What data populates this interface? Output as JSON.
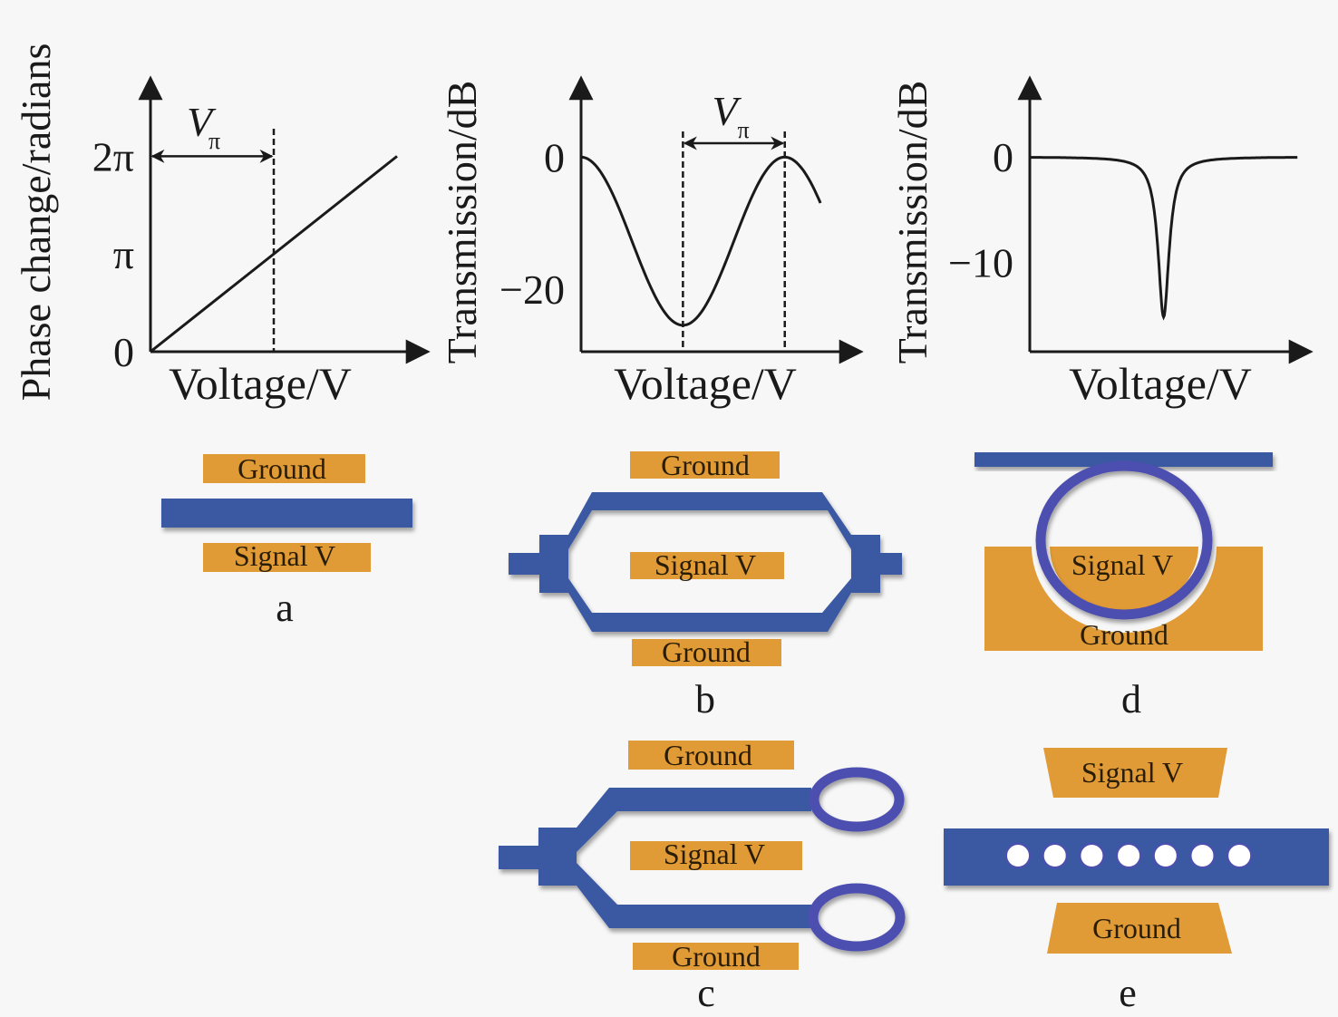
{
  "colors": {
    "electrode": "#e09a36",
    "waveguide": "#3b58a3",
    "ring": "#4d4fb0",
    "axis": "#1a1a1a",
    "background": "#f7f7f7"
  },
  "chart_data": [
    {
      "type": "line",
      "id": "phase-plot",
      "title": "",
      "xlabel": "Voltage/V",
      "ylabel": "Phase change/radians",
      "yticks": [
        "0",
        "π",
        "2π"
      ],
      "ytick_values": [
        0,
        3.1416,
        6.2832
      ],
      "ylim": [
        0,
        8.8
      ],
      "xlim": [
        0,
        2.25
      ],
      "series": [
        {
          "name": "phase",
          "x": [
            0,
            2
          ],
          "y": [
            0,
            6.2832
          ]
        }
      ],
      "annotations": [
        {
          "type": "vline",
          "x": 1,
          "label": "V",
          "sub": "π"
        }
      ],
      "vpi_label": "V",
      "vpi_sub": "π"
    },
    {
      "type": "line",
      "id": "mzi-transmission",
      "title": "",
      "xlabel": "Voltage/V",
      "ylabel": "Transmission/dB",
      "yticks": [
        "0",
        "−20"
      ],
      "ytick_values": [
        0,
        -20
      ],
      "ylim": [
        -29.5,
        12
      ],
      "xlim": [
        0,
        2.75
      ],
      "series": [
        {
          "name": "transmission",
          "shape": "cosine",
          "min": -25.5,
          "max": 0,
          "period": 2,
          "x_start": 0,
          "x_end": 2.35
        }
      ],
      "annotations": [
        {
          "type": "vline",
          "x": 1
        },
        {
          "type": "vline",
          "x": 2
        },
        {
          "type": "span",
          "from": 1,
          "to": 2,
          "label": "V",
          "sub": "π"
        }
      ],
      "vpi_label": "V",
      "vpi_sub": "π"
    },
    {
      "type": "line",
      "id": "ring-transmission",
      "title": "",
      "xlabel": "Voltage/V",
      "ylabel": "Transmission/dB",
      "yticks": [
        "0",
        "−10"
      ],
      "ytick_values": [
        0,
        -10
      ],
      "ylim": [
        -18.5,
        7.5
      ],
      "xlim": [
        0,
        2.1
      ],
      "series": [
        {
          "name": "transmission",
          "shape": "lorentzian",
          "center": 1.0,
          "depth": -15.2,
          "width": 0.05,
          "x_start": 0,
          "x_end": 2.0
        }
      ]
    }
  ],
  "diagrams": {
    "a": {
      "label": "a",
      "top_pad": "Ground",
      "bottom_pad": "Signal V"
    },
    "b": {
      "label": "b",
      "top_pad": "Ground",
      "middle_pad": "Signal V",
      "bottom_pad": "Ground"
    },
    "c": {
      "label": "c",
      "top_pad": "Ground",
      "middle_pad": "Signal V",
      "bottom_pad": "Ground"
    },
    "d": {
      "label": "d",
      "inner_pad": "Signal V",
      "outer_pad": "Ground"
    },
    "e": {
      "label": "e",
      "top_pad": "Signal V",
      "bottom_pad": "Ground",
      "hole_count": 7
    }
  }
}
